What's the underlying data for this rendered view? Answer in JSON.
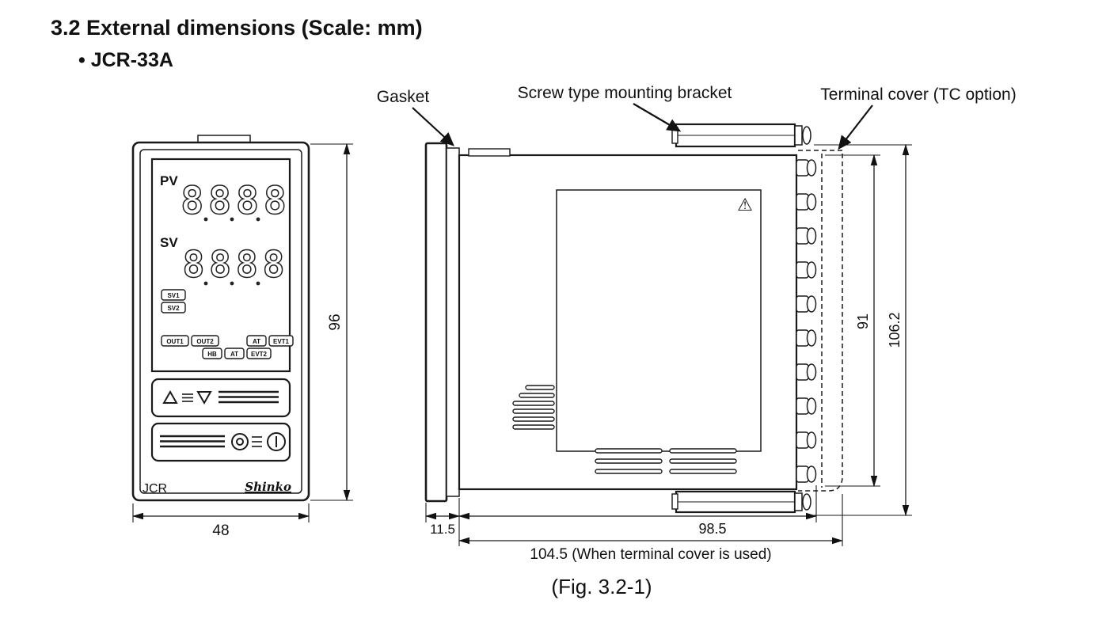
{
  "page": {
    "title": "3.2 External dimensions (Scale: mm)",
    "model_line": "• JCR-33A",
    "caption": "(Fig. 3.2-1)"
  },
  "callouts": {
    "gasket": "Gasket",
    "mounting_bracket": "Screw type mounting bracket",
    "terminal_cover": "Terminal cover (TC option)"
  },
  "front_view": {
    "pv_label": "PV",
    "sv_label": "SV",
    "pv_digits": "8888",
    "sv_digits": "8888",
    "indicators_left": [
      "SV1",
      "SV2"
    ],
    "indicators_row1": [
      "OUT1",
      "OUT2",
      "AT",
      "EVT1"
    ],
    "indicators_row2": [
      "HB",
      "AT",
      "EVT2"
    ],
    "brand": "JCR",
    "logo": "Shinko"
  },
  "dimensions": {
    "front_width": "48",
    "front_height": "96",
    "bezel_depth": "11.5",
    "body_depth": "98.5",
    "depth_with_cover": "104.5 (When terminal cover is used)",
    "terminal_height": "91",
    "overall_height": "106.2"
  },
  "icons": {
    "warning": "⚠"
  }
}
